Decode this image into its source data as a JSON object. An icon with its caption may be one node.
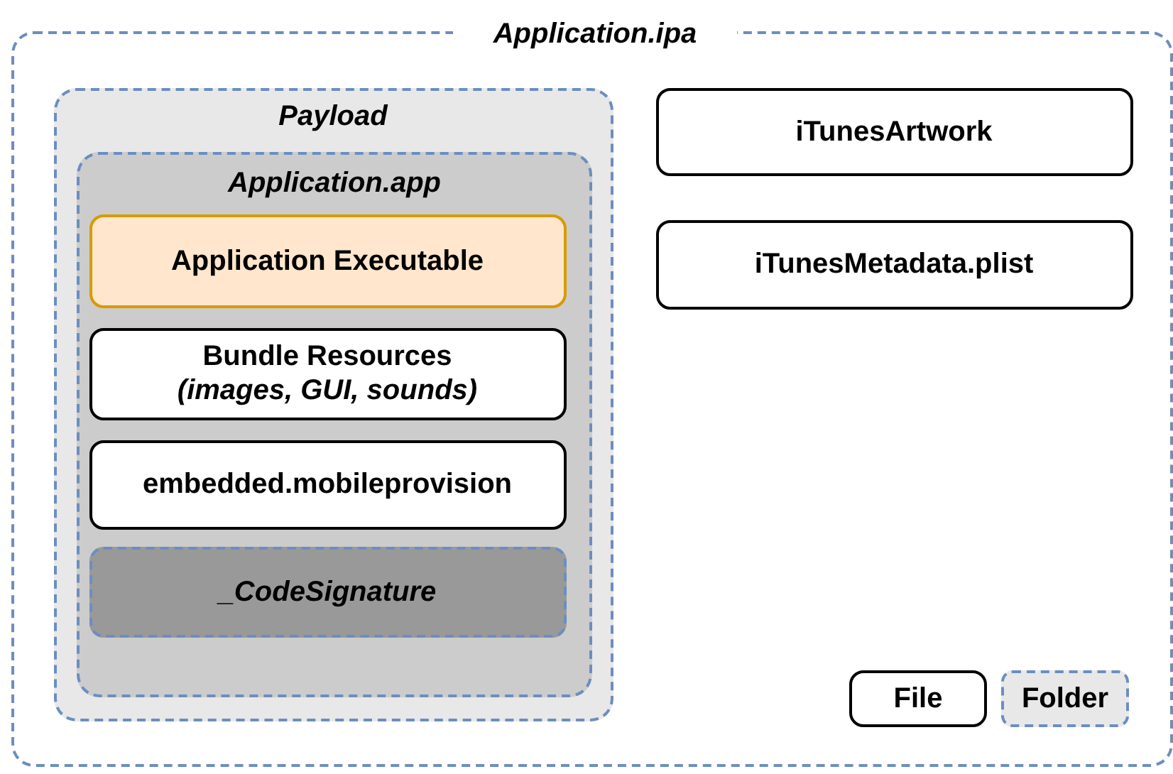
{
  "diagram": {
    "nodes": [
      {
        "text": [
          "Application.ipa"
        ]
      },
      {
        "text": [
          "Payload"
        ],
        "in": 0
      },
      {
        "text": [
          "Application.app"
        ],
        "in": 1
      },
      {
        "text": [
          "Application Executable"
        ],
        "in": 2
      },
      {
        "text": [
          "Bundle Resources",
          "(images, GUI, sounds)"
        ],
        "in": 2
      },
      {
        "text": [
          "embedded.mobileprovision"
        ],
        "in": 2
      },
      {
        "text": [
          "_CodeSignature"
        ],
        "in": 2
      },
      {
        "text": [
          "iTunesArtwork"
        ],
        "in": 0
      },
      {
        "text": [
          "iTunesMetadata.plist"
        ],
        "in": 0
      }
    ],
    "legend": [
      {
        "text": "File"
      },
      {
        "text": "Folder"
      }
    ]
  }
}
